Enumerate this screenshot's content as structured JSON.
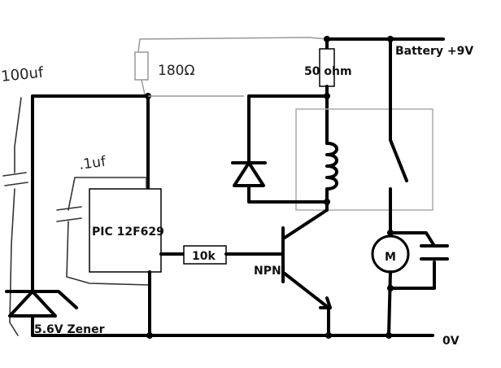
{
  "labels": {
    "cap_100uf": "100uf",
    "res_180": "180Ω",
    "cap_01uf": ".1uf",
    "pic": "PIC 12F629",
    "res_10k": "10k",
    "npn": "NPN",
    "res_50": "50 ohm",
    "battery": "Battery +9V",
    "gnd": "0V",
    "motor": "M",
    "zener": "5.6V Zener"
  },
  "colors": {
    "wire": "#000000",
    "thin": "#999999",
    "sketch": "#333333",
    "relay_box": "#aaaaaa"
  }
}
